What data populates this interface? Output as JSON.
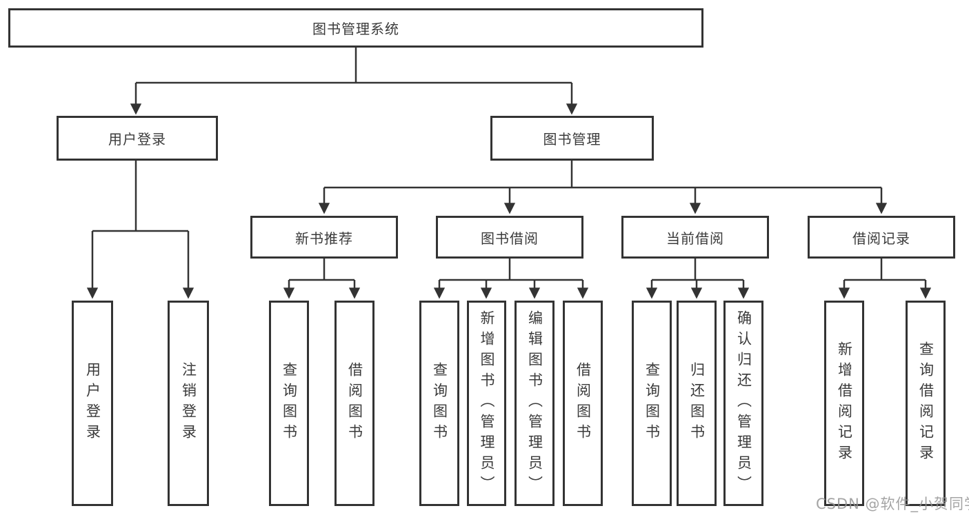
{
  "diagram": {
    "title": "图书管理系统",
    "root": {
      "label": "图书管理系统"
    },
    "branches": [
      {
        "label": "用户登录",
        "children": [
          {
            "label": "用户登录"
          },
          {
            "label": "注销登录"
          }
        ]
      },
      {
        "label": "图书管理",
        "children": [
          {
            "label": "新书推荐",
            "children": [
              {
                "label": "查询图书"
              },
              {
                "label": "借阅图书"
              }
            ]
          },
          {
            "label": "图书借阅",
            "children": [
              {
                "label": "查询图书"
              },
              {
                "label": "新增图书（管理员）"
              },
              {
                "label": "编辑图书（管理员）"
              },
              {
                "label": "借阅图书"
              }
            ]
          },
          {
            "label": "当前借阅",
            "children": [
              {
                "label": "查询图书"
              },
              {
                "label": "归还图书"
              },
              {
                "label": "确认归还（管理员）"
              }
            ]
          },
          {
            "label": "借阅记录",
            "children": [
              {
                "label": "新增借阅记录"
              },
              {
                "label": "查询借阅记录"
              }
            ]
          }
        ]
      }
    ]
  },
  "watermark": {
    "text": "CSDN @软件_小贺同学"
  },
  "colors": {
    "line": "#333333",
    "text": "#3a3a3a",
    "watermark": "#949494",
    "background": "#ffffff"
  }
}
